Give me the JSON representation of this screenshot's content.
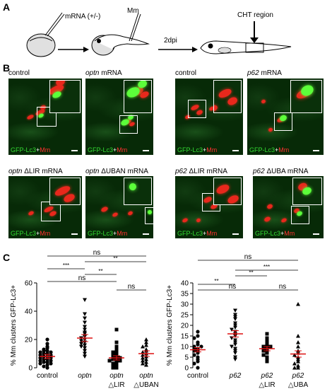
{
  "panel_a": {
    "label": "A",
    "mrna_label": "mRNA (+/-)",
    "mm_label": "Mm",
    "time_label": "2dpi",
    "region_label": "CHT region"
  },
  "panel_b": {
    "label": "B",
    "images": [
      {
        "title_plain": "control",
        "title_italic": "",
        "title_suffix": ""
      },
      {
        "title_plain": "",
        "title_italic": "optn",
        "title_suffix": " mRNA"
      },
      {
        "title_plain": "control",
        "title_italic": "",
        "title_suffix": ""
      },
      {
        "title_plain": "",
        "title_italic": "p62",
        "title_suffix": " mRNA"
      },
      {
        "title_plain": "",
        "title_italic": "optn",
        "title_suffix": " ΔLIR mRNA"
      },
      {
        "title_plain": "",
        "title_italic": "optn",
        "title_suffix": " ΔUBAN mRNA"
      },
      {
        "title_plain": "",
        "title_italic": "p62",
        "title_suffix": " ΔLIR mRNA"
      },
      {
        "title_plain": "",
        "title_italic": "p62",
        "title_suffix": " ΔUBA mRNA"
      }
    ],
    "caption_green": "GFP-Lc3",
    "caption_plus": "+",
    "caption_red": "Mm"
  },
  "panel_c": {
    "label": "C",
    "chart_data": [
      {
        "type": "scatter",
        "ylabel": "% Mm clusters GFP-Lc3+",
        "ylim": [
          0,
          60
        ],
        "yticks": [
          0,
          20,
          40,
          60
        ],
        "groups": [
          {
            "label_line1": "control",
            "label_line2": "",
            "italic": false,
            "marker": "circle",
            "mean": 8,
            "sem": 1.5,
            "values": [
              20,
              17,
              15,
              14,
              13,
              12,
              12,
              11,
              11,
              10,
              10,
              9,
              9,
              8,
              8,
              7,
              7,
              6,
              6,
              5,
              5,
              4,
              4,
              3,
              3,
              2,
              1,
              0
            ]
          },
          {
            "label_line1": "optn",
            "label_line2": "",
            "italic": true,
            "marker": "triangle-down",
            "mean": 21,
            "sem": 2.5,
            "values": [
              48,
              38,
              35,
              32,
              29,
              27,
              25,
              24,
              22,
              21,
              20,
              19,
              18,
              17,
              16,
              15,
              14,
              12,
              10,
              8
            ]
          },
          {
            "label_line1": "optn",
            "label_line2": "△LIR",
            "italic": true,
            "marker": "square",
            "mean": 7,
            "sem": 1.5,
            "values": [
              27,
              18,
              15,
              14,
              12,
              11,
              10,
              9,
              8,
              7,
              7,
              6,
              6,
              5,
              5,
              4,
              3,
              2,
              1,
              0,
              0
            ]
          },
          {
            "label_line1": "optn",
            "label_line2": "△UBAN",
            "italic": true,
            "marker": "triangle-up",
            "mean": 10,
            "sem": 2,
            "values": [
              20,
              18,
              16,
              15,
              13,
              12,
              11,
              10,
              9,
              8,
              7,
              6,
              5,
              4,
              3,
              2
            ]
          }
        ],
        "significance": [
          {
            "from": 0,
            "to": 1,
            "label": "***"
          },
          {
            "from": 1,
            "to": 2,
            "label": "**"
          },
          {
            "from": 1,
            "to": 3,
            "label": "**"
          },
          {
            "from": 0,
            "to": 2,
            "label": "ns"
          },
          {
            "from": 0,
            "to": 3,
            "label": "ns"
          },
          {
            "from": 2,
            "to": 3,
            "label": "ns"
          }
        ]
      },
      {
        "type": "scatter",
        "ylabel": "% Mm clusters GFP-Lc3+",
        "ylim": [
          0,
          40
        ],
        "yticks": [
          0,
          5,
          10,
          15,
          20,
          25,
          30,
          35,
          40
        ],
        "groups": [
          {
            "label_line1": "control",
            "label_line2": "",
            "italic": false,
            "marker": "circle",
            "mean": 8.5,
            "sem": 1,
            "values": [
              17,
              15,
              14,
              12,
              11,
              10,
              10,
              9,
              9,
              8,
              8,
              7,
              6,
              5,
              4,
              3,
              2,
              0
            ]
          },
          {
            "label_line1": "p62",
            "label_line2": "",
            "italic": true,
            "marker": "triangle-down",
            "mean": 16,
            "sem": 1.5,
            "values": [
              27,
              25,
              24,
              23,
              21,
              20,
              19,
              18,
              17,
              16,
              15,
              14,
              13,
              12,
              11,
              10,
              9,
              8,
              7,
              5,
              4
            ]
          },
          {
            "label_line1": "p62",
            "label_line2": "△LIR",
            "italic": true,
            "marker": "square",
            "mean": 9,
            "sem": 1,
            "values": [
              16,
              14,
              13,
              12,
              11,
              10,
              10,
              9,
              9,
              8,
              8,
              7,
              6,
              5,
              4,
              3
            ]
          },
          {
            "label_line1": "p62",
            "label_line2": "△UBA",
            "italic": true,
            "marker": "triangle-up",
            "mean": 6.5,
            "sem": 1.5,
            "values": [
              30,
              15,
              12,
              10,
              8,
              7,
              6,
              5,
              4,
              3,
              2,
              1,
              0,
              0
            ]
          }
        ],
        "significance": [
          {
            "from": 0,
            "to": 1,
            "label": "**"
          },
          {
            "from": 1,
            "to": 2,
            "label": "**"
          },
          {
            "from": 1,
            "to": 3,
            "label": "***"
          },
          {
            "from": 0,
            "to": 2,
            "label": "ns"
          },
          {
            "from": 0,
            "to": 3,
            "label": "ns"
          },
          {
            "from": 2,
            "to": 3,
            "label": "ns"
          }
        ]
      }
    ]
  }
}
